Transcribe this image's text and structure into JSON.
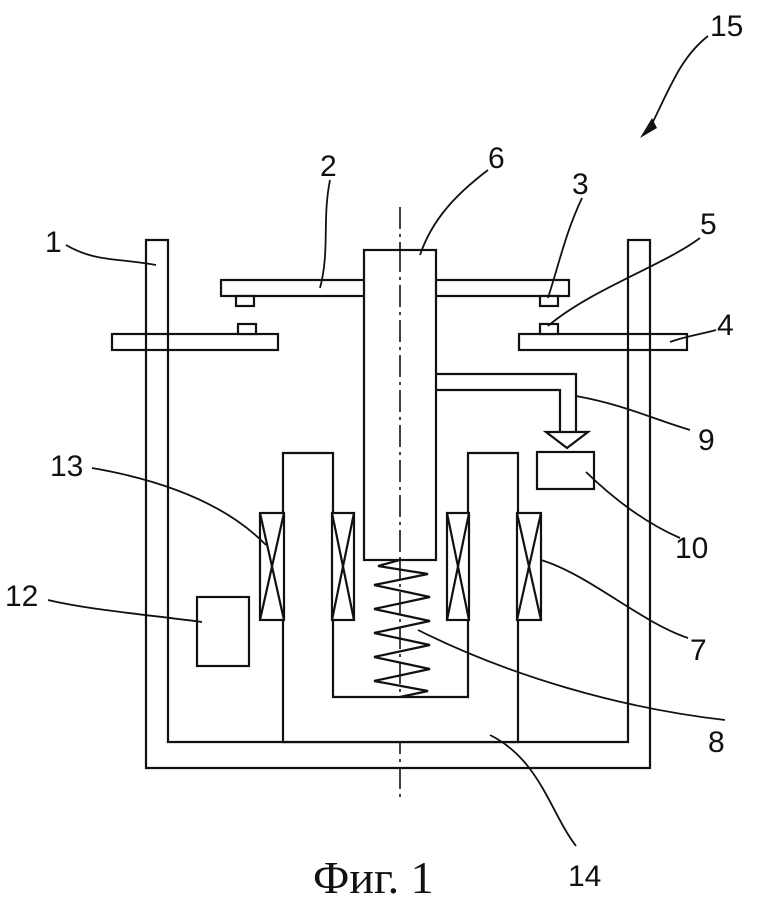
{
  "figure": {
    "caption": "Фиг. 1",
    "labels": {
      "l1": "1",
      "l2": "2",
      "l3": "3",
      "l4": "4",
      "l5": "5",
      "l6": "6",
      "l7": "7",
      "l8": "8",
      "l9": "9",
      "l10": "10",
      "l12": "12",
      "l13": "13",
      "l14": "14",
      "l15": "15"
    }
  }
}
